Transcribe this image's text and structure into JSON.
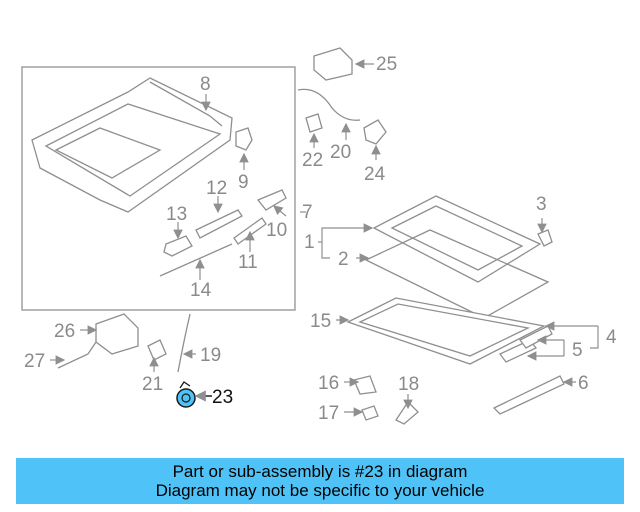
{
  "diagram": {
    "callouts": {
      "c1": "1",
      "c2": "2",
      "c3": "3",
      "c4": "4",
      "c5": "5",
      "c6": "6",
      "c7": "7",
      "c8": "8",
      "c9": "9",
      "c10": "10",
      "c11": "11",
      "c12": "12",
      "c13": "13",
      "c14": "14",
      "c15": "15",
      "c16": "16",
      "c17": "17",
      "c18": "18",
      "c19": "19",
      "c20": "20",
      "c21": "21",
      "c22": "22",
      "c23": "23",
      "c24": "24",
      "c25": "25",
      "c26": "26",
      "c27": "27"
    },
    "highlight_part": "23",
    "highlight_color": "#4fc3f7"
  },
  "banner": {
    "line1": "Part or sub-assembly is #23 in diagram",
    "line2": "Diagram may not be specific to your vehicle",
    "background": "#4fc3f7"
  }
}
